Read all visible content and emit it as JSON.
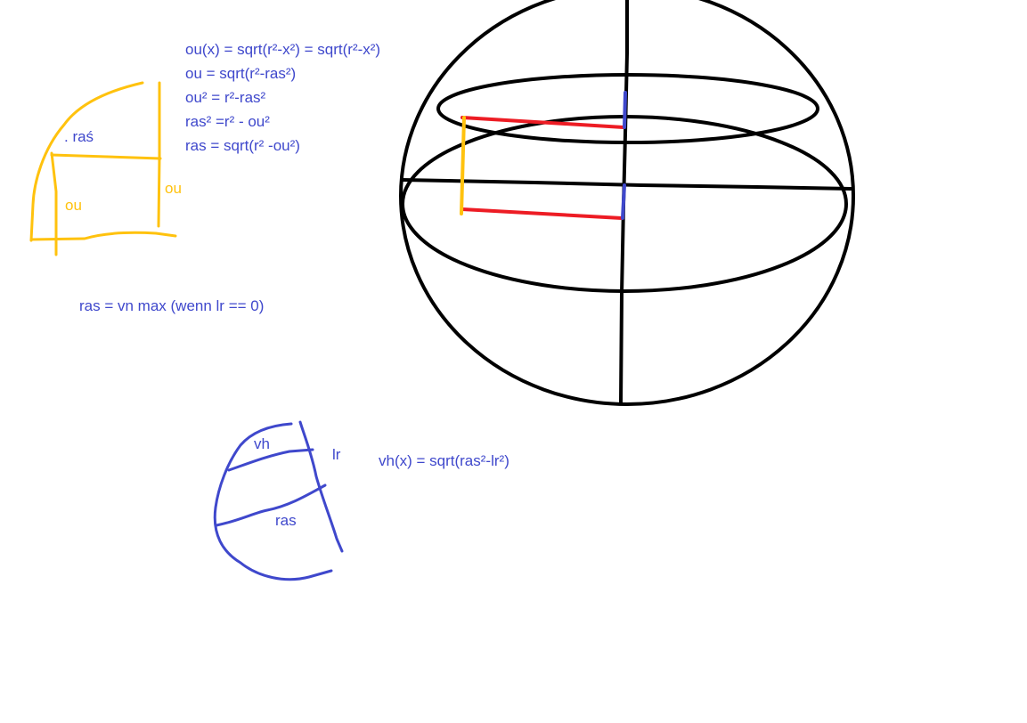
{
  "colors": {
    "black": "#000000",
    "blue": "#3f48cc",
    "yellow": "#ffc20e",
    "red": "#ed1c24",
    "background": "#ffffff"
  },
  "formulas": {
    "line1": "ou(x) = sqrt(r²-x²) = sqrt(r²-x²)",
    "line2": "ou = sqrt(r²-ras²)",
    "line3": "ou² = r²-ras²",
    "line4": "ras² =r² - ou²",
    "line5": "ras =  sqrt(r² -ou²)",
    "ras_max": "ras = vn max (wenn lr == 0)",
    "vh_formula": "vh(x) = sqrt(ras²-lr²)"
  },
  "yellow_sketch": {
    "label_ras": ". raś",
    "label_ou_left": "ou",
    "label_ou_right": "ou"
  },
  "blue_sketch": {
    "label_vh": "vh",
    "label_lr": "lr",
    "label_ras": "ras"
  }
}
